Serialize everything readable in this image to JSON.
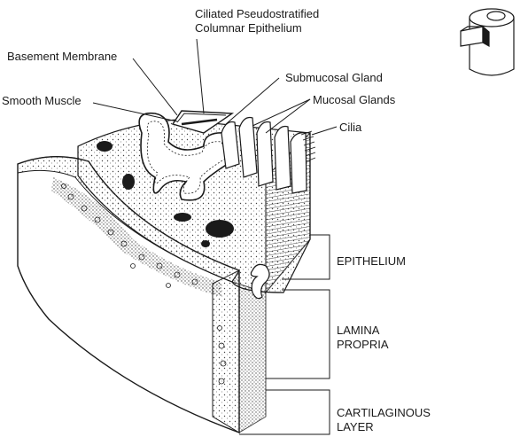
{
  "labels": {
    "ciliated_line1": "Ciliated Pseudostratified",
    "ciliated_line2": "Columnar Epithelium",
    "basement_membrane": "Basement Membrane",
    "smooth_muscle": "Smooth Muscle",
    "submucosal_gland": "Submucosal Gland",
    "mucosal_glands": "Mucosal Glands",
    "cilia": "Cilia"
  },
  "layers": {
    "epithelium": "EPITHELIUM",
    "lamina_line1": "LAMINA",
    "lamina_line2": "PROPRIA",
    "cartilage_line1": "CARTILAGINOUS",
    "cartilage_line2": "LAYER"
  },
  "colors": {
    "ink": "#1a1a1a",
    "paper": "#ffffff",
    "stipple": "#555555"
  }
}
